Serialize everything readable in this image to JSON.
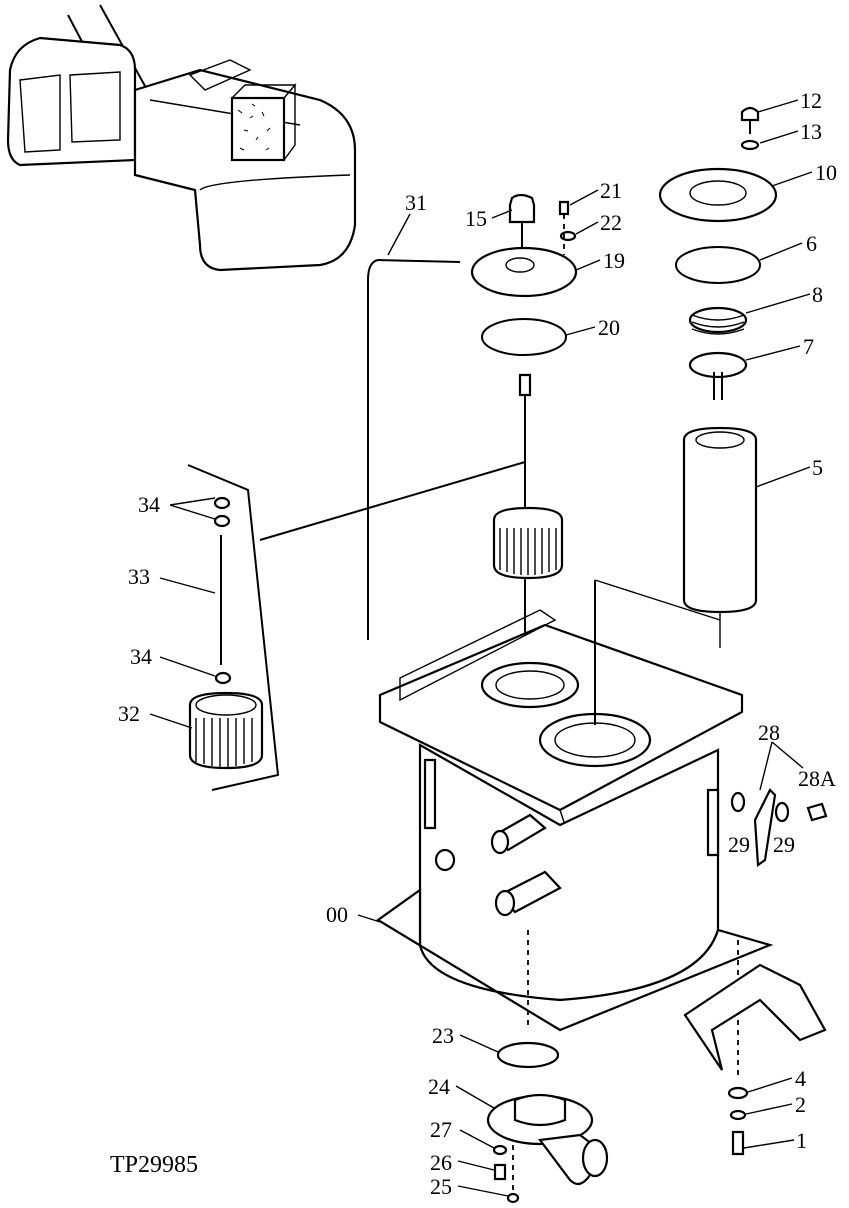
{
  "figure_code": "TP29985",
  "callouts": [
    {
      "id": "c12",
      "text": "12"
    },
    {
      "id": "c13",
      "text": "13"
    },
    {
      "id": "c10",
      "text": "10"
    },
    {
      "id": "c6",
      "text": "6"
    },
    {
      "id": "c8",
      "text": "8"
    },
    {
      "id": "c7",
      "text": "7"
    },
    {
      "id": "c5",
      "text": "5"
    },
    {
      "id": "c31",
      "text": "31"
    },
    {
      "id": "c21",
      "text": "21"
    },
    {
      "id": "c15",
      "text": "15"
    },
    {
      "id": "c22",
      "text": "22"
    },
    {
      "id": "c19",
      "text": "19"
    },
    {
      "id": "c20",
      "text": "20"
    },
    {
      "id": "c34a",
      "text": "34"
    },
    {
      "id": "c33",
      "text": "33"
    },
    {
      "id": "c34b",
      "text": "34"
    },
    {
      "id": "c32",
      "text": "32"
    },
    {
      "id": "c28",
      "text": "28"
    },
    {
      "id": "c28A",
      "text": "28A"
    },
    {
      "id": "c29a",
      "text": "29"
    },
    {
      "id": "c29b",
      "text": "29"
    },
    {
      "id": "c00",
      "text": "00"
    },
    {
      "id": "c23",
      "text": "23"
    },
    {
      "id": "c24",
      "text": "24"
    },
    {
      "id": "c27",
      "text": "27"
    },
    {
      "id": "c26",
      "text": "26"
    },
    {
      "id": "c25",
      "text": "25"
    },
    {
      "id": "c4",
      "text": "4"
    },
    {
      "id": "c2",
      "text": "2"
    },
    {
      "id": "c1",
      "text": "1"
    }
  ]
}
